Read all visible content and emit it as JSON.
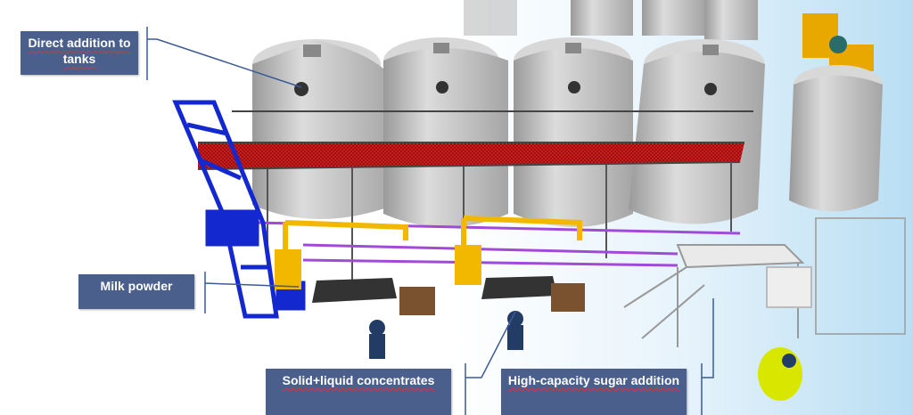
{
  "callouts": {
    "direct_addition": "Direct addition to tanks",
    "milk_powder": "Milk powder",
    "solid_liquid": "Solid+liquid concentrates",
    "sugar_addition": "High-capacity sugar addition"
  },
  "colors": {
    "callout_box": "#4a5f8c",
    "callout_line": "#3b5a9a",
    "tank": "#c9c9c9",
    "catwalk": "#d42a2a",
    "frame": "#1428d0",
    "hoist": "#f2b800"
  }
}
